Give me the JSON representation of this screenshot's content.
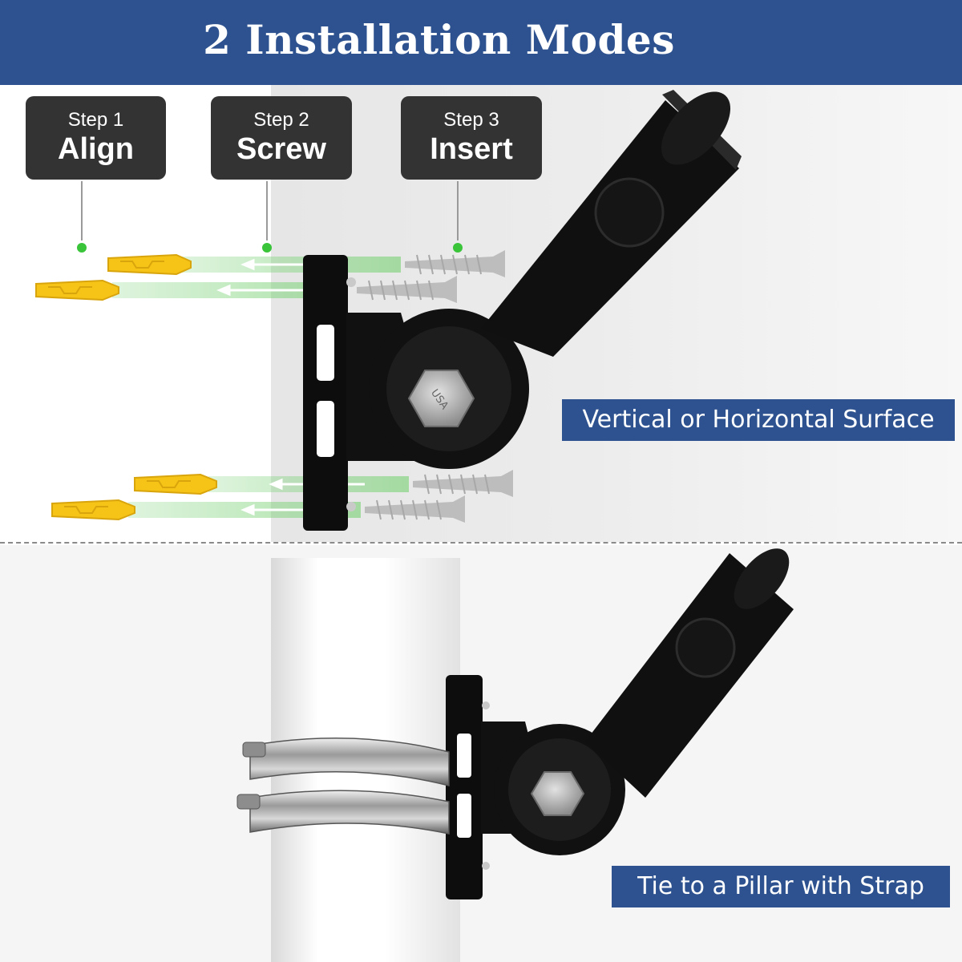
{
  "header": {
    "title": "2 Installation Modes"
  },
  "steps": [
    {
      "small": "Step 1",
      "big": "Align"
    },
    {
      "small": "Step 2",
      "big": "Screw"
    },
    {
      "small": "Step 3",
      "big": "Insert"
    }
  ],
  "labels": {
    "surface": "Vertical or Horizontal Surface",
    "pillar": "Tie to a Pillar with Strap"
  },
  "bolt_text": "USA",
  "colors": {
    "header_bg": "#2e528f",
    "step_bg": "#333333",
    "indicator_green": "#39c43a",
    "anchor_yellow": "#f6c417",
    "bracket_black": "#0d0d0d"
  }
}
